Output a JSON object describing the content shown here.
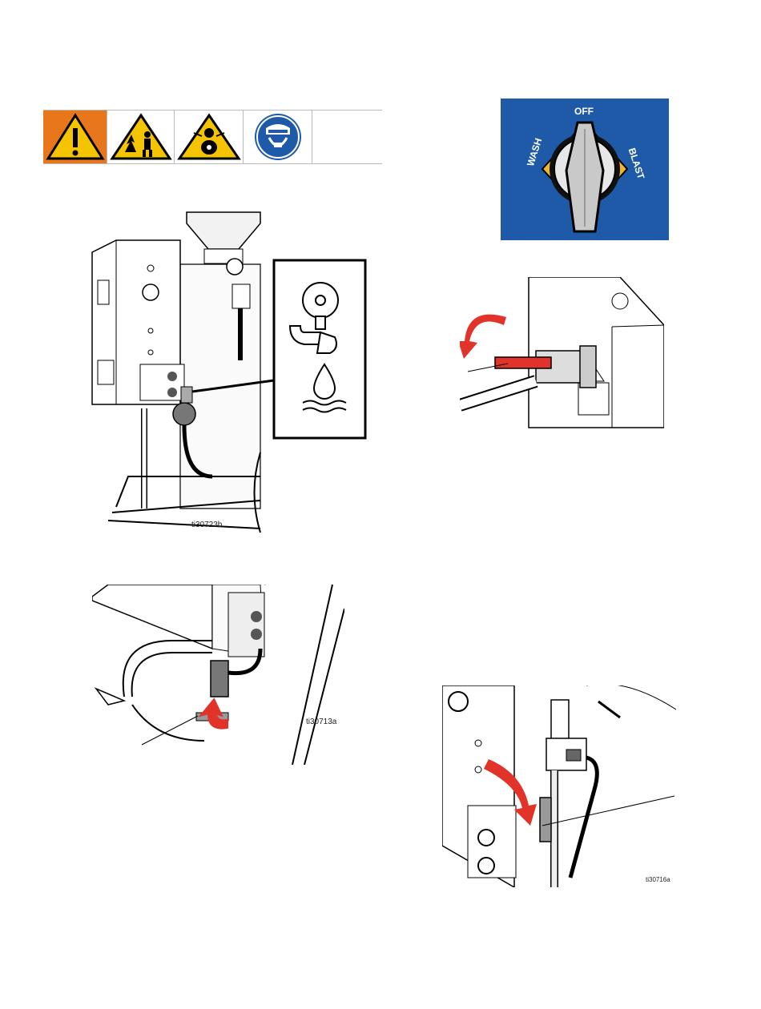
{
  "warning_strip": {
    "icons": [
      "general-warning-icon",
      "explosion-hazard-icon",
      "skin-injection-hazard-icon",
      "eye-protection-icon"
    ]
  },
  "dial": {
    "off_label": "OFF",
    "wash_label": "WASH",
    "blast_label": "BLAST",
    "background_color": "#1f5aa8"
  },
  "figures": {
    "drain_figure_id": "ti30723b",
    "valve_figure_id": "ti30713a",
    "lever_figure_id": "ti30716a"
  },
  "colors": {
    "warning_orange": "#e8761a",
    "hazard_yellow": "#f5c400",
    "arrow_red": "#e2332a",
    "mandatory_blue": "#1f5aa8"
  }
}
